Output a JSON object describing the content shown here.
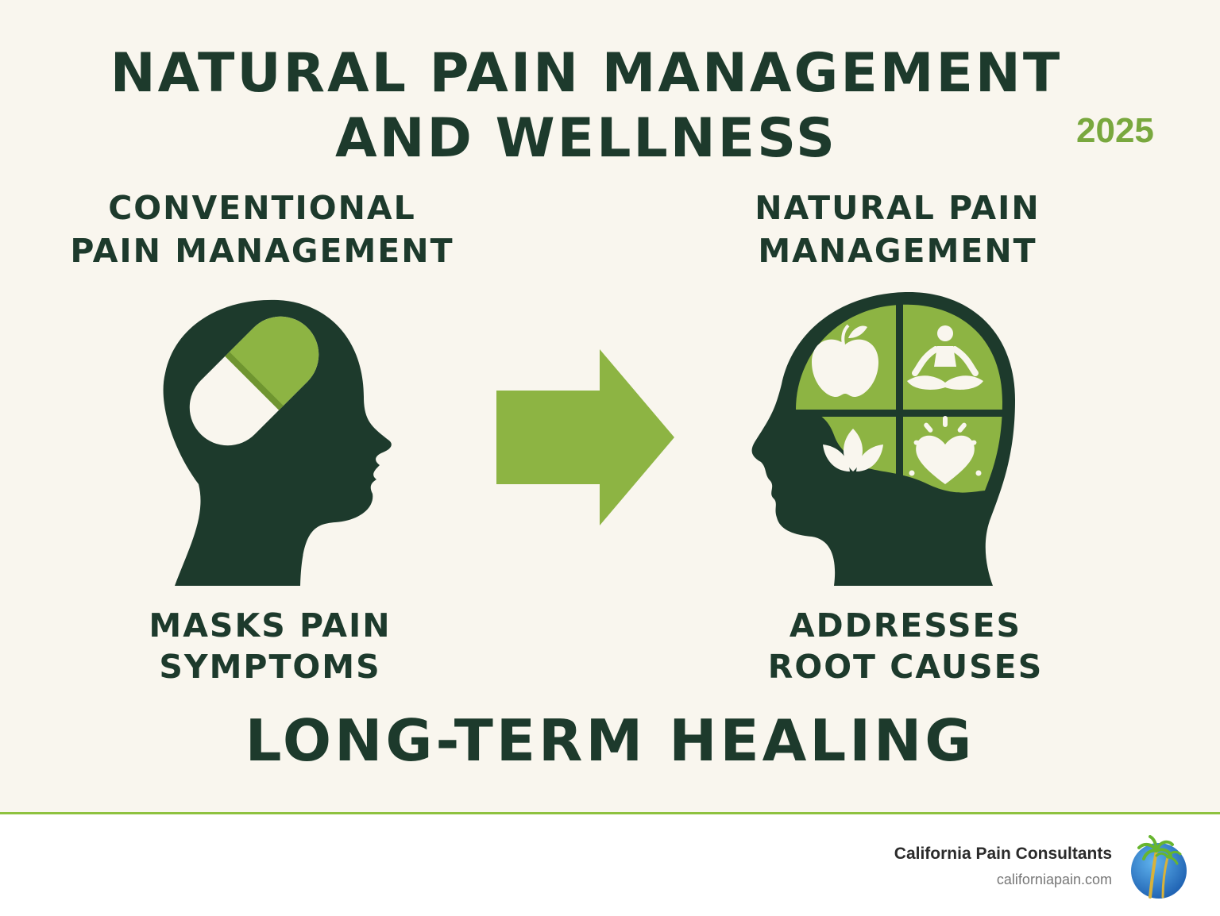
{
  "title": {
    "line1": "NATURAL PAIN MANAGEMENT",
    "line2": "AND WELLNESS"
  },
  "year": "2025",
  "left": {
    "heading": {
      "line1": "CONVENTIONAL",
      "line2": "PAIN MANAGEMENT"
    },
    "caption": {
      "line1": "MASKS PAIN",
      "line2": "SYMPTOMS"
    },
    "icon": "head-with-pill-icon"
  },
  "right": {
    "heading": {
      "line1": "NATURAL PAIN",
      "line2": "MANAGEMENT"
    },
    "caption": {
      "line1": "ADDRESSES",
      "line2": "ROOT CAUSES"
    },
    "icon": "head-with-wellness-quadrants-icon",
    "quadrant_icons": [
      "apple-icon",
      "meditation-icon",
      "leaf-icon",
      "heart-icon"
    ]
  },
  "arrow_icon": "arrow-right-icon",
  "bottom_line": "LONG-TERM HEALING",
  "footer": {
    "brand": "California Pain Consultants",
    "url": "californiapain.com",
    "logo_icon": "palm-tree-globe-icon"
  },
  "colors": {
    "background": "#f9f6ee",
    "dark_green": "#1d3a2c",
    "light_green": "#8db443",
    "accent_green": "#79a83e",
    "footer_bg": "#ffffff"
  }
}
